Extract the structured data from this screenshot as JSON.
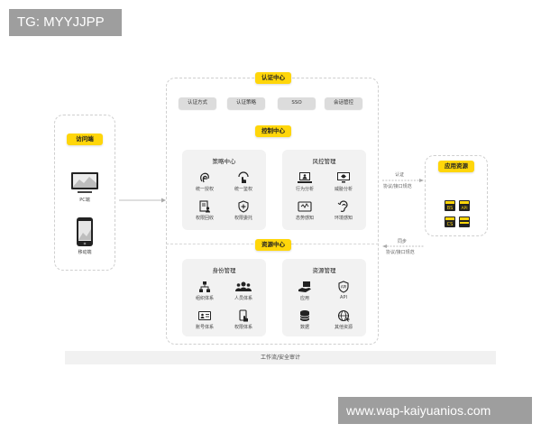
{
  "watermark_top": "TG: MYYJJPP",
  "watermark_bottom": "www.wap-kaiyuanios.com",
  "access": {
    "title": "访问端",
    "items": [
      {
        "label": "PC端",
        "icon": "monitor-icon"
      },
      {
        "label": "移动端",
        "icon": "phone-icon"
      }
    ]
  },
  "auth_center": {
    "title": "认证中心",
    "buttons": [
      "认证方式",
      "认证策略",
      "SSO",
      "会话管控"
    ]
  },
  "control_center": {
    "title": "控制中心",
    "policy": {
      "title": "策略中心",
      "items": [
        {
          "label": "统一授权",
          "icon": "fingerprint-touch-icon"
        },
        {
          "label": "统一鉴权",
          "icon": "scan-hand-icon"
        },
        {
          "label": "权限回收",
          "icon": "document-user-icon"
        },
        {
          "label": "权限委托",
          "icon": "shield-plus-icon"
        }
      ]
    },
    "risk": {
      "title": "风控管理",
      "items": [
        {
          "label": "行为分析",
          "icon": "laptop-user-icon"
        },
        {
          "label": "威胁分析",
          "icon": "monitor-bug-icon"
        },
        {
          "label": "态势感知",
          "icon": "radar-screen-icon"
        },
        {
          "label": "环境感知",
          "icon": "ear-wave-icon"
        }
      ]
    }
  },
  "resource_center": {
    "title": "资源中心",
    "identity": {
      "title": "身份管理",
      "items": [
        {
          "label": "组织体系",
          "icon": "org-chart-icon"
        },
        {
          "label": "人员体系",
          "icon": "people-icon"
        },
        {
          "label": "账号体系",
          "icon": "id-card-icon"
        },
        {
          "label": "权限体系",
          "icon": "phone-hand-icon"
        }
      ]
    },
    "resource": {
      "title": "资源管理",
      "items": [
        {
          "label": "应用",
          "icon": "hand-app-icon"
        },
        {
          "label": "API",
          "icon": "api-shield-icon"
        },
        {
          "label": "数据",
          "icon": "database-icon"
        },
        {
          "label": "其他资源",
          "icon": "globe-icon"
        }
      ]
    }
  },
  "app_resources": {
    "title": "应用资源",
    "items": [
      "BS",
      "API",
      "CS",
      ""
    ]
  },
  "arrows": {
    "auth_top": "认证",
    "auth_bottom": "协议/接口规范",
    "sync_top": "同步",
    "sync_bottom": "协议/接口规范"
  },
  "workflow_bar": "工作流/安全审计"
}
